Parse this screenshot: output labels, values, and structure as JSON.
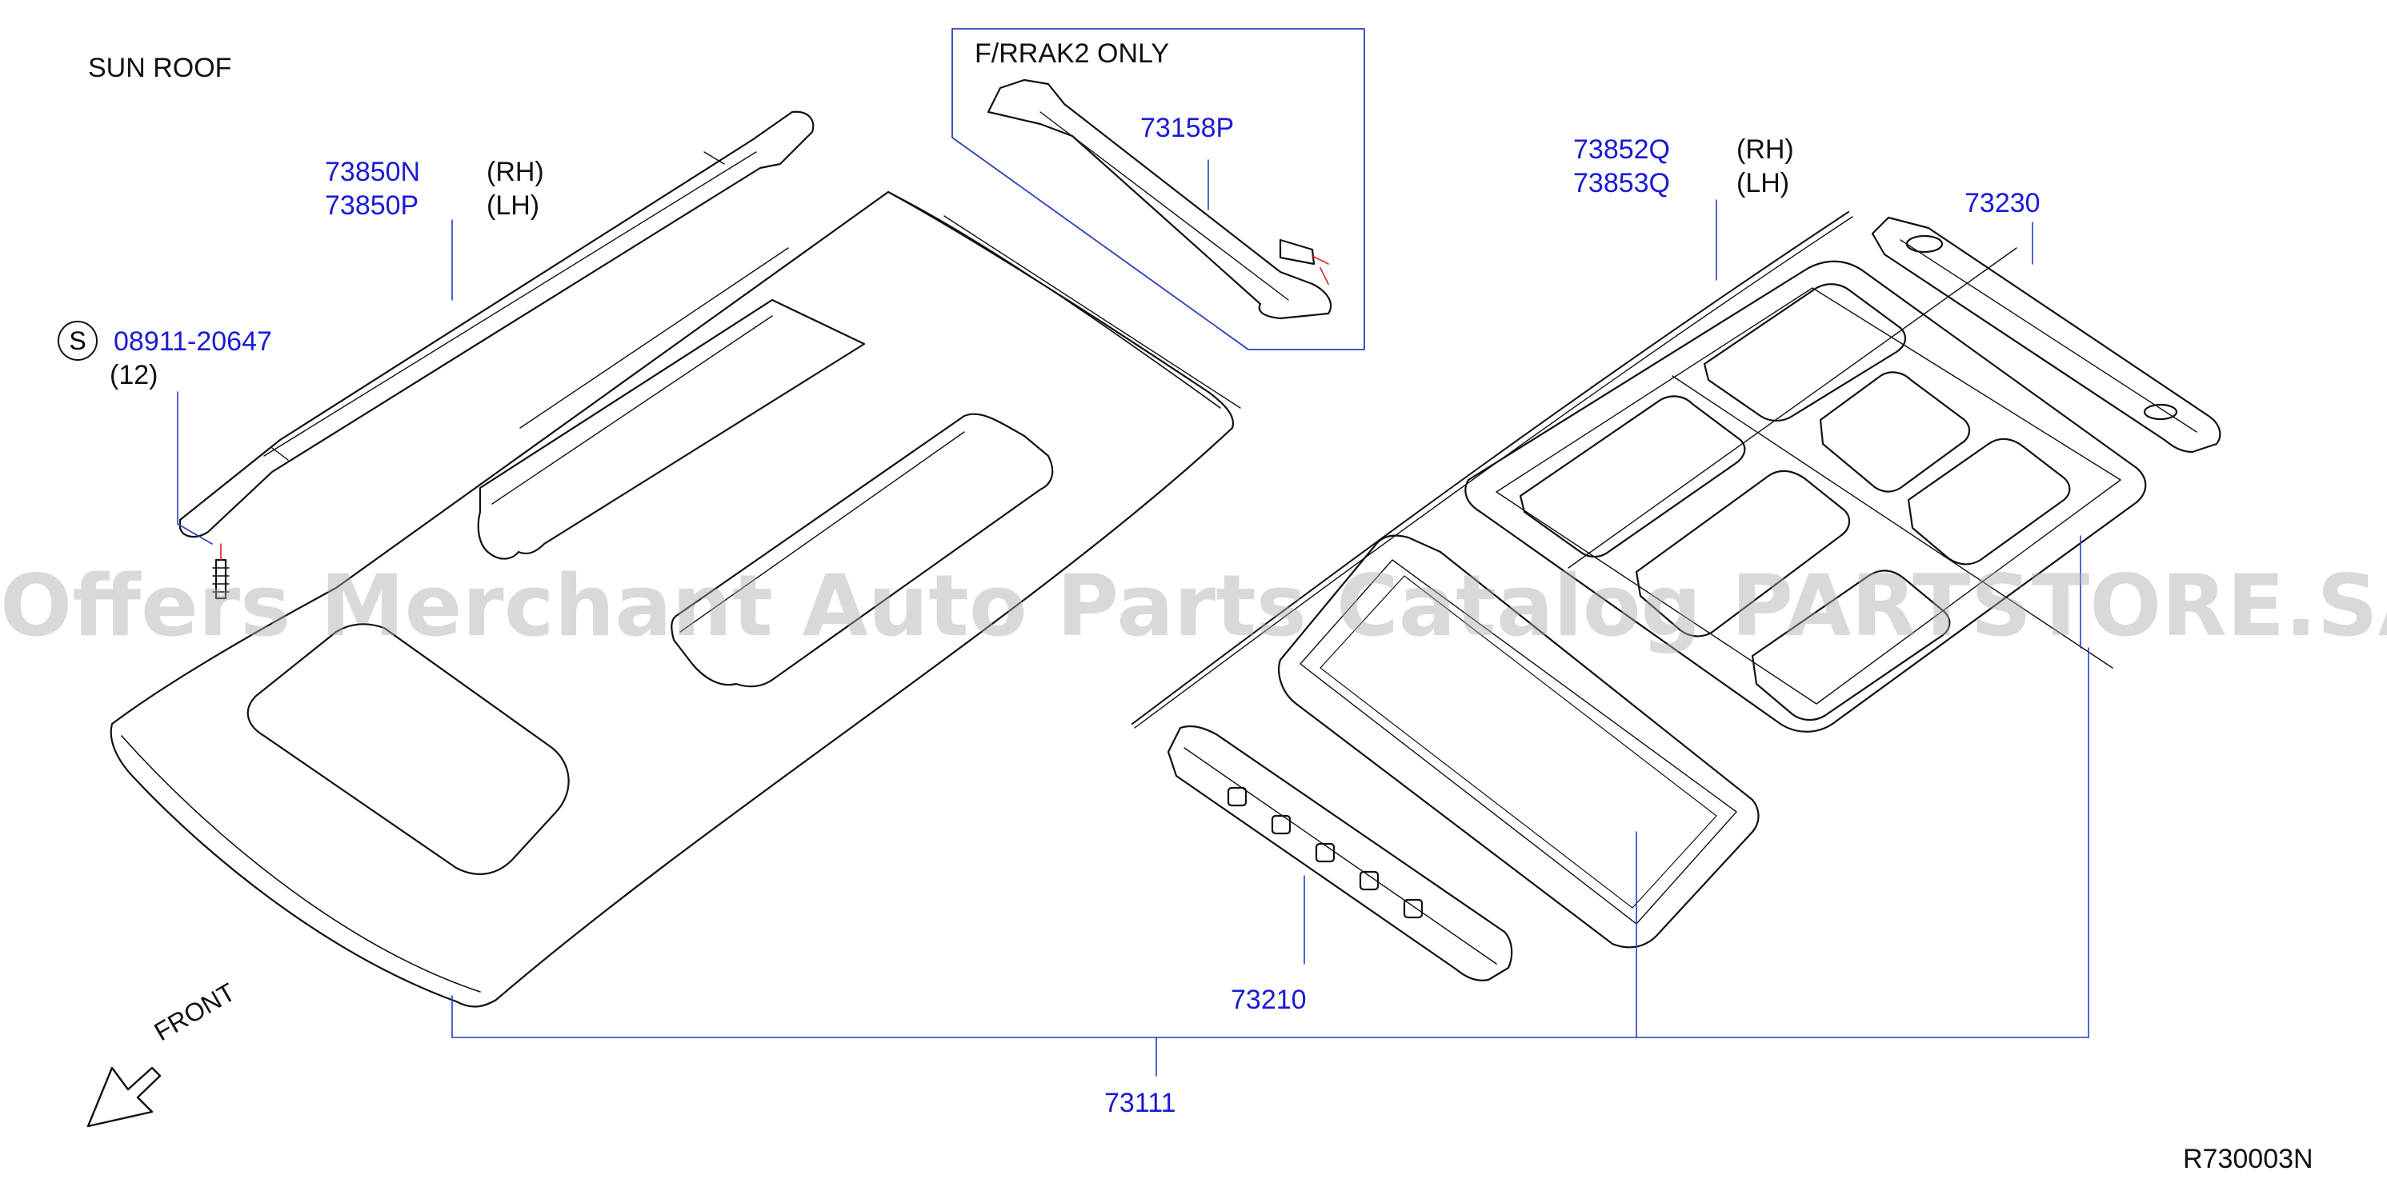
{
  "diagram": {
    "title": "SUN ROOF",
    "option_note": "F/RRAK2 ONLY",
    "watermark": "Offers Merchant Auto Parts Catalog PARTSTORE.SA",
    "front_label": "FRONT",
    "drawing_code": "R730003N",
    "parts": {
      "rail_rh": "73850N",
      "rail_lh": "73850P",
      "rail_rh_side": "(RH)",
      "rail_lh_side": "(LH)",
      "screw": "08911-20647",
      "screw_symbol": "S",
      "screw_qty": "(12)",
      "crossbar": "73158P",
      "molding_rh": "73852Q",
      "molding_lh": "73853Q",
      "molding_rh_side": "(RH)",
      "molding_lh_side": "(LH)",
      "rear_rail": "73230",
      "front_rail": "73210",
      "roof_panel": "73111"
    }
  }
}
